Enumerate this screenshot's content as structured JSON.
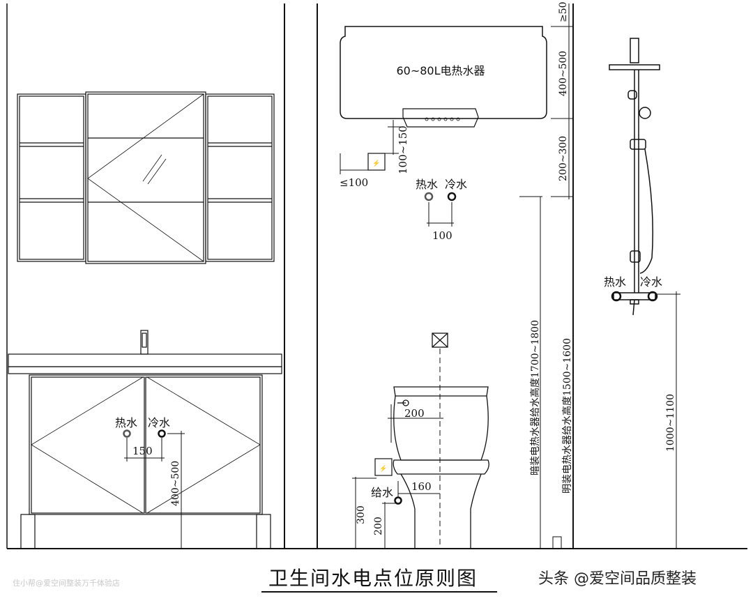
{
  "heater": {
    "label": "60~80L电热水器"
  },
  "dims": {
    "top_ge": "≥50",
    "heater_height": "400~500",
    "heater_gap": "200~300",
    "socket_offset": "100~150",
    "socket_side": "≤100",
    "heater_hot_cold_spacing": "100",
    "concealed_height": "暗装电热水器给水高度1700~1800",
    "exposed_height": "明装电热水器给水高度1500~1600",
    "shower_height": "1000~1100",
    "basin_spacing": "150",
    "basin_height": "400~500",
    "toilet_center": "200",
    "toilet_supply_offset": "160",
    "toilet_socket_height": "300",
    "toilet_supply_height": "200"
  },
  "labels": {
    "hot": "热水",
    "cold": "冷水",
    "supply": "给水"
  },
  "footer": {
    "title": "卫生间水电点位原则图",
    "credit": "头条 @爱空间品质整装",
    "watermark": "住小帮@爱空间整装万千体验店"
  }
}
